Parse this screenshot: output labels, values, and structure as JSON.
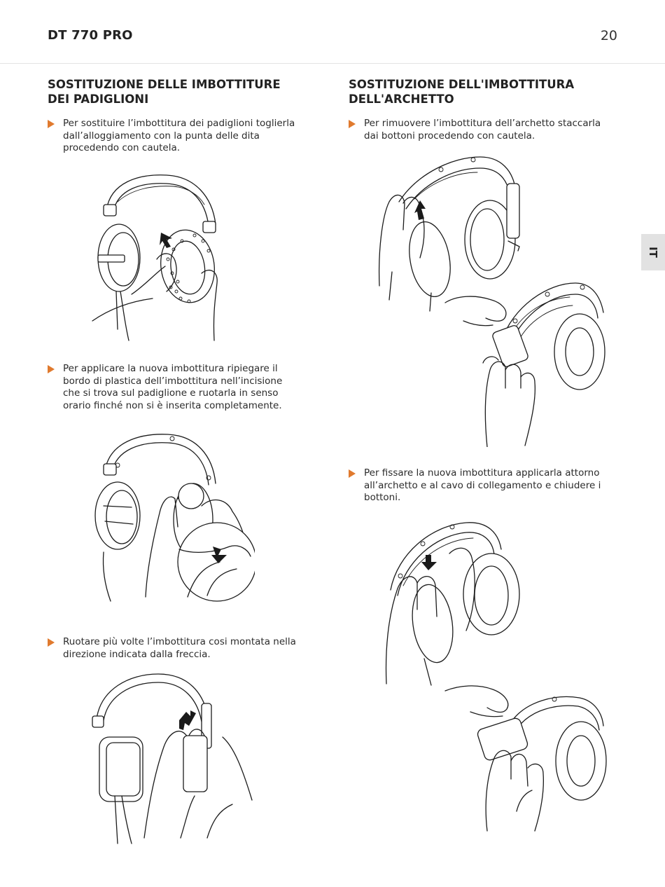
{
  "header": {
    "doc_title": "DT 770 PRO",
    "page_number": "20"
  },
  "lang_tab": "IT",
  "left": {
    "title": "SOSTITUZIONE DELLE IMBOTTITURE\nDEI PADIGLIONI",
    "steps": [
      "Per sostituire l’imbottitura dei padiglioni toglierla dall’alloggiamento con la punta delle dita procedendo con cautela.",
      "Per applicare la nuova imbottitura ripiegare il bordo di plastica dell’imbottitura nell’incisione che si trova sul padiglione e ruotarla in senso orario finché non si è inserita completamente.",
      "Ruotare più volte l’imbottitura cosi montata nella direzione indicata dalla freccia."
    ]
  },
  "right": {
    "title": "SOSTITUZIONE DELL'IMBOTTITURA\nDELL'ARCHETTO",
    "steps": [
      "Per rimuovere l’imbottitura dell’archetto staccarla dai bottoni procedendo con cautela.",
      "Per fissare la nuova imbottitura applicarla attorno all’archetto e al cavo di collegamento e chiudere i bottoni."
    ]
  },
  "colors": {
    "bullet_accent": "#e07a2e",
    "tab_background": "#e2e2e2"
  }
}
